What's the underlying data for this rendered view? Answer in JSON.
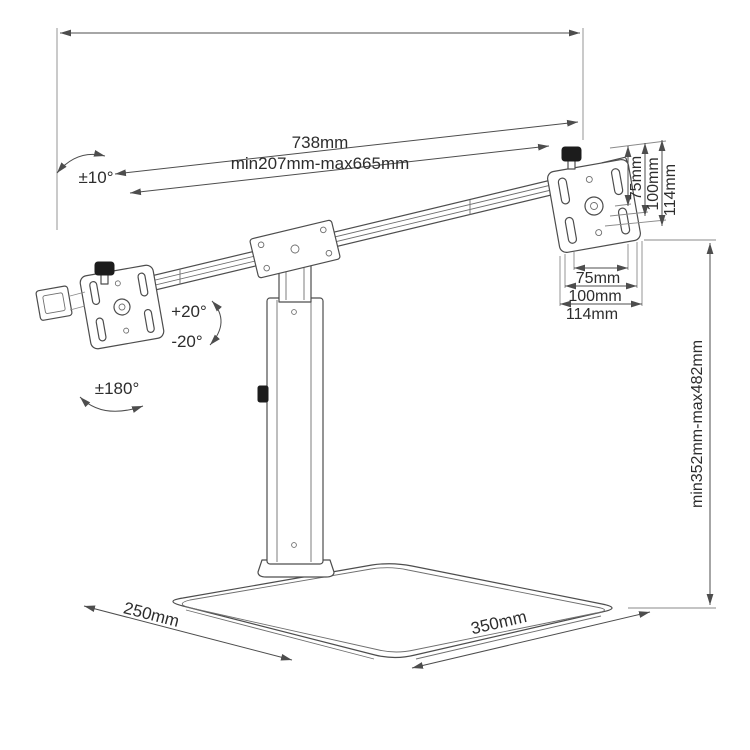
{
  "colors": {
    "background": "#ffffff",
    "line": "#4d4d4d",
    "text": "#2d2d2d",
    "knob": "#1c1c1c"
  },
  "labels": {
    "total_width": "738mm",
    "width_range": "min207mm-max665mm",
    "height_range": "min352mm-max482mm",
    "swivel": "±10°",
    "tilt_up": "+20°",
    "tilt_down": "-20°",
    "rotation": "±180°",
    "base_depth": "250mm",
    "base_width": "350mm",
    "vesa_vertical": [
      "75mm",
      "100mm",
      "114mm"
    ],
    "vesa_horizontal": [
      "75mm",
      "100mm",
      "114mm"
    ]
  }
}
